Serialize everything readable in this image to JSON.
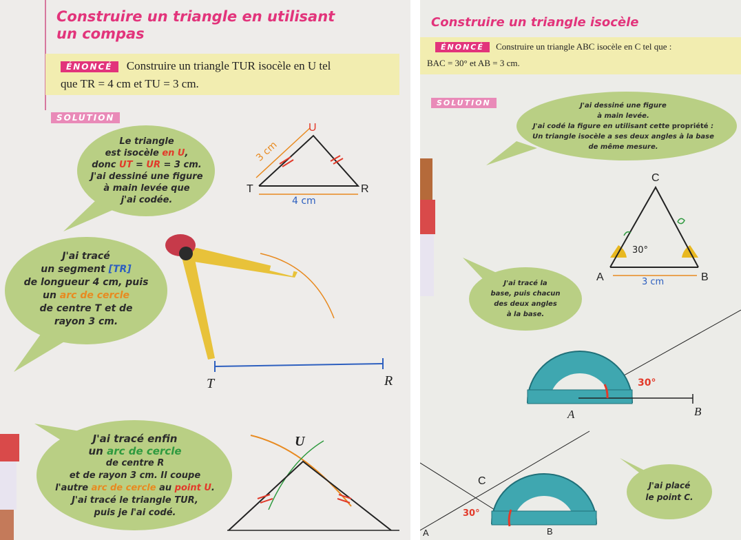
{
  "left": {
    "title_line1": "Construire un triangle en utilisant",
    "title_line2": "un compas",
    "enonce_tag": "ÉNONCÉ",
    "enonce_line1": "Construire un triangle TUR isocèle en U tel",
    "enonce_line2": "que TR = 4 cm et TU = 3 cm.",
    "solution_tag": "SOLUTION",
    "bubble1": {
      "l1": "Le triangle",
      "l2a": "est isocèle ",
      "l2b": "en U",
      "l2c": ",",
      "l3a": "donc ",
      "l3b": "UT",
      "l3c": " = ",
      "l3d": "UR",
      "l3e": " = 3 cm.",
      "l4": "J'ai dessiné une figure",
      "l5": "à main levée que",
      "l6": "j'ai codée."
    },
    "sketch": {
      "label_top": "U",
      "label_left": "T",
      "label_right": "R",
      "side_label": "3 cm",
      "base_label": "4 cm"
    },
    "bubble2": {
      "l1": "J'ai tracé",
      "l2a": "un segment ",
      "l2b": "[TR]",
      "l3": "de longueur 4 cm, puis",
      "l4a": "un ",
      "l4b": "arc de cercle",
      "l5": "de centre T et de",
      "l6": "rayon 3 cm."
    },
    "segment": {
      "label_left": "T",
      "label_right": "R"
    },
    "bubble3": {
      "l1": "J'ai tracé enfin",
      "l2a": "un ",
      "l2b": "arc de cercle",
      "l3": "de centre R",
      "l4": "et de rayon 3 cm. Il coupe",
      "l5a": "l'autre ",
      "l5b": "arc de cercle",
      "l5c": " au ",
      "l5d": "point U",
      "l5e": ".",
      "l6": "J'ai tracé le triangle TUR,",
      "l7": "puis je l'ai codé."
    },
    "final": {
      "label_top": "U"
    }
  },
  "right": {
    "title": "Construire un triangle isocèle",
    "enonce_tag": "ÉNONCÉ",
    "enonce_line1": "Construire un triangle ABC isocèle en C tel que :",
    "enonce_line2": "BAC = 30° et AB = 3 cm.",
    "solution_tag": "SOLUTION",
    "bubble1": {
      "l1": "J'ai dessiné une figure",
      "l2": "à main levée.",
      "l3a": "J'ai codé la figure en utilisant cette ",
      "l3b": "propriété",
      "l3c": " :",
      "l4": "Un triangle isocèle a ses deux angles à la base",
      "l5": "de même mesure."
    },
    "sketch": {
      "label_top": "C",
      "label_a": "A",
      "label_b": "B",
      "angle_label": "30°",
      "base_label": "3 cm"
    },
    "bubble2": {
      "l1": "J'ai tracé la",
      "l2": "base, puis chacun",
      "l3": "des deux angles",
      "l4": "à la base."
    },
    "protractor1": {
      "angle_label": "30°",
      "label_a": "A",
      "label_b": "B"
    },
    "bubble3": {
      "l1": "J'ai placé",
      "l2": "le point C."
    },
    "protractor2": {
      "angle_label": "30°",
      "label_c": "C",
      "label_a": "A",
      "label_b": "B"
    }
  },
  "colors": {
    "pink": "#e2347b",
    "bubble_green": "#b9cf84",
    "enonce_yellow": "#f2edb0",
    "red": "#e23a2a",
    "blue": "#2d5fbf",
    "orange": "#e88a20",
    "protractor": "#3fa7b0"
  }
}
